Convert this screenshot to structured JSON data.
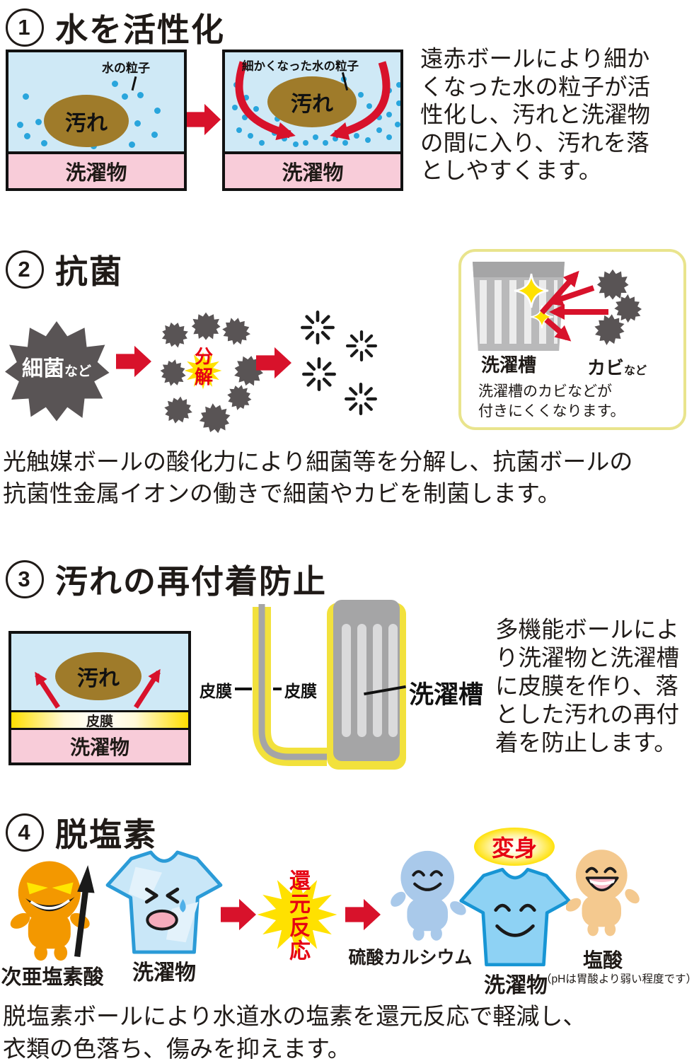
{
  "section1": {
    "number": "1",
    "title": "水を活性化",
    "before_box": {
      "particle_label": "水の粒子",
      "dirt_label": "汚れ",
      "laundry_label": "洗濯物"
    },
    "after_box": {
      "particle_label": "細かくなった水の粒子",
      "dirt_label": "汚れ",
      "laundry_label": "洗濯物"
    },
    "description_lines": [
      "遠赤ボールにより細か",
      "くなった水の粒子が活",
      "性化し、汚れと洗濯物",
      "の間に入り、汚れを落",
      "としやすくます。"
    ]
  },
  "section2": {
    "number": "2",
    "title": "抗菌",
    "bacteria_label": "細菌",
    "bacteria_suffix": "など",
    "decompose_label": "分解",
    "result_box": {
      "tub_label": "洗濯槽",
      "mold_label": "カビ",
      "mold_suffix": "など",
      "caption_lines": [
        "洗濯槽のカビなどが",
        "付きにくくなります。"
      ]
    },
    "description_lines": [
      "光触媒ボールの酸化力により細菌等を分解し、抗菌ボールの",
      "抗菌性金属イオンの働きで細菌やカビを制菌します。"
    ]
  },
  "section3": {
    "number": "3",
    "title": "汚れの再付着防止",
    "box": {
      "dirt_label": "汚れ",
      "film_label": "皮膜",
      "laundry_label": "洗濯物"
    },
    "film_label_left": "皮膜",
    "film_label_right": "皮膜",
    "tub_label": "洗濯槽",
    "description_lines": [
      "多機能ボールによ",
      "り洗濯物と洗濯槽",
      "に皮膜を作り、落",
      "とした汚れの再付",
      "着を防止します。"
    ]
  },
  "section4": {
    "number": "4",
    "title": "脱塩素",
    "hypochlorous_label": "次亜塩素酸",
    "laundry_before_label": "洗濯物",
    "reduction_label": "還元反応",
    "calcium_label": "硫酸カルシウム",
    "transform_label": "変身",
    "laundry_after_label": "洗濯物",
    "acid_label": "塩酸",
    "ph_note": "（pHは胃酸より弱い程度です）",
    "description_lines": [
      "脱塩素ボールにより水道水の塩素を還元反応で軽減し、",
      "衣類の色落ち、傷みを抑えます。"
    ]
  },
  "colors": {
    "accent_red": "#d8122b",
    "text_red": "#e60012",
    "water_blue": "#cfe9f6",
    "laundry_pink": "#f8ccd9",
    "dirt_brown": "#9f7b2a",
    "particle_blue": "#29a5dc",
    "bacteria_gray": "#595455",
    "burst_yellow": "#ffe100",
    "coating_yellow": "#f2e13c",
    "result_box_border": "#e9e48d",
    "imp_orange": "#f39800",
    "calcium_blue": "#a9c9ea",
    "acid_tan": "#f4c98f"
  }
}
